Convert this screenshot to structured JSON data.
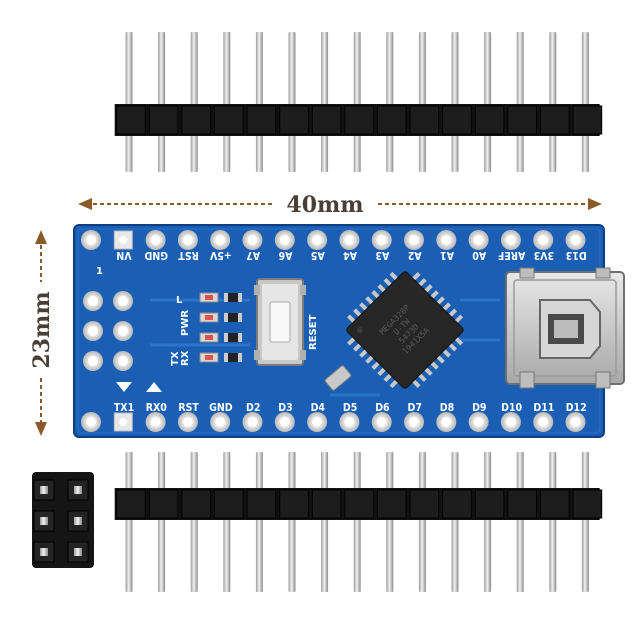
{
  "dimensions": {
    "width_label": "40mm",
    "height_label": "23mm"
  },
  "board": {
    "top_pins": [
      "VN",
      "GND",
      "RST",
      "+5V",
      "A7",
      "A6",
      "A5",
      "A4",
      "A3",
      "A2",
      "A1",
      "A0",
      "AREF",
      "3V3",
      "D13"
    ],
    "bottom_pins": [
      "TX1",
      "RX0",
      "RST",
      "GND",
      "D2",
      "D3",
      "D4",
      "D5",
      "D6",
      "D7",
      "D8",
      "D9",
      "D10",
      "D11",
      "D12"
    ],
    "led_labels": [
      "L",
      "PWR",
      "TX",
      "RX"
    ],
    "reset_label": "RESET",
    "pin_one_label": "1",
    "chip_text": [
      "MEGA328P",
      "U-TW",
      "5473D",
      "1941X5A"
    ]
  },
  "colors": {
    "pcb": "#1a5fb4",
    "header": "#111111",
    "pin": "#d0d0d0",
    "arrow": "#8b5a2b"
  }
}
